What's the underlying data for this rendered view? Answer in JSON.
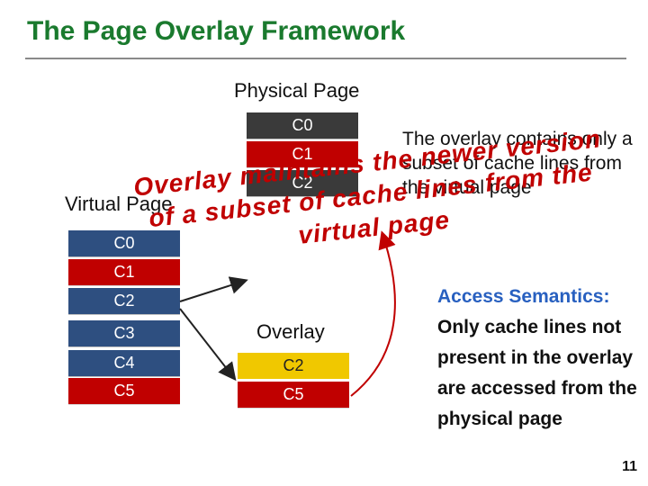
{
  "title": "The Page Overlay Framework",
  "physical_page": {
    "label": "Physical Page",
    "cells": [
      {
        "label": "C0",
        "color": "dark"
      },
      {
        "label": "C1",
        "color": "red"
      },
      {
        "label": "C2",
        "color": "dark"
      }
    ]
  },
  "virtual_page": {
    "label": "Virtual Page",
    "cells": [
      {
        "label": "C0",
        "color": "blue"
      },
      {
        "label": "C1",
        "color": "red"
      },
      {
        "label": "C2",
        "color": "blue"
      },
      {
        "label": "C3",
        "color": "blue"
      },
      {
        "label": "C4",
        "color": "blue"
      },
      {
        "label": "C5",
        "color": "red"
      }
    ]
  },
  "overlay": {
    "label": "Overlay",
    "cells": [
      {
        "label": "C2",
        "color": "gold"
      },
      {
        "label": "C5",
        "color": "red"
      }
    ]
  },
  "description": "The overlay contains only a subset of cache lines from the virtual page",
  "annotation_lines": [
    "Overlay maintains the newer version",
    "of a subset of cache lines from the",
    "virtual page"
  ],
  "access_semantics": {
    "heading": "Access Semantics:",
    "text": "Only cache lines not present in the overlay are accessed from the physical page"
  },
  "page_number": "11",
  "colors": {
    "title": "#1a7a2e",
    "dark": "#3a3a3a",
    "red": "#c00000",
    "blue": "#2e4f80",
    "gold": "#f0c800",
    "accent": "#2860c0"
  }
}
